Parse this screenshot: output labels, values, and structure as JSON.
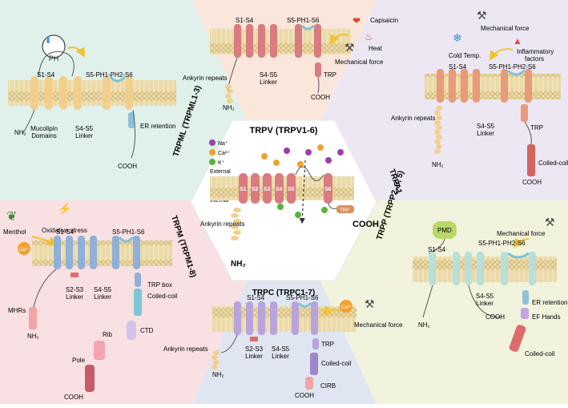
{
  "colors": {
    "teal_bg": "#dff1ea",
    "peach_bg": "#fbe6dc",
    "lilac_bg": "#ece7f3",
    "pink_bg": "#f9e0e2",
    "blue_bg": "#dfe6f2",
    "yellow_bg": "#f2f3dd",
    "membrane": "#ecd9a6",
    "membrane_line": "#c9b27a",
    "trpml": "#f3cf8e",
    "trpv": "#d97b80",
    "trpa": "#e89a7a",
    "trpm": "#8fb0d9",
    "trpc": "#b9a3dc",
    "trpp": "#b8e0d8"
  },
  "panels": {
    "trpml": {
      "name": "TRPML (TRPML1-3)",
      "ph": "PH",
      "s1s4": "S1-S4",
      "s5": "S5-PH1-PH2-S6",
      "nh2": "NH₂",
      "mucolipin1": "Mucolipin",
      "mucolipin2": "Domains",
      "linker1": "S4-S5",
      "linker2": "Linker",
      "er": "ER retention",
      "cooh": "COOH"
    },
    "trpv_top": {
      "s1s4": "S1-S4",
      "s5": "S5-PH1-S6",
      "capsaicin": "Capsaicin",
      "heat": "Heat",
      "mech": "Mechanical force",
      "ankyrin": "Ankyrin repeats",
      "linker1": "S4-S5",
      "linker2": "Linker",
      "trp": "TRP",
      "nh2": "NH₂",
      "cooh": "COOH"
    },
    "trpa1": {
      "name": "TRPA1",
      "mech": "Mechanical force",
      "cold": "Cold Temp.",
      "inflam1": "Inflammatory",
      "inflam2": "factors",
      "s1s4": "S1-S4",
      "s5": "S5-PH1-PH2-S6",
      "ankyrin": "Ankyrin repeats",
      "linker1": "S4-S5",
      "linker2": "Linker",
      "trp": "TRP",
      "coiled": "Coiled-coil",
      "nh2": "NH₂",
      "cooh": "COOH"
    },
    "center": {
      "title": "TRPV (TRPV1-6)",
      "na": "Na⁺",
      "ca": "Ca²⁺",
      "k": "K⁺",
      "external": "External",
      "internal": "Internal",
      "segments": [
        "S1",
        "S2",
        "S3",
        "S4",
        "S5",
        "S6"
      ],
      "ankyrin": "Ankyrin repeats",
      "trp": "TRP",
      "nh2": "NH₂",
      "cooh": "COOH"
    },
    "trpm": {
      "name": "TRPM (TRPM1-8)",
      "menthol": "Menthol",
      "oxidative": "Oxidative stress",
      "ca": "Ca²⁺",
      "s1s4": "S1-S4",
      "s5": "S5-PH1-S6",
      "mhrs": "MHRs",
      "nh2": "NH₂",
      "s2s3a": "S2-S3",
      "s2s3b": "Linker",
      "linker1": "S4-S5",
      "linker2": "Linker",
      "trpbox": "TRP box",
      "coiled": "Coiled-coil",
      "ctd": "CTD",
      "rib": "Rib",
      "pole": "Pole",
      "cooh": "COOH"
    },
    "trpc": {
      "name": "TRPC (TRPC1-7)",
      "s1s4": "S1-S4",
      "s5": "S5-PH1-S6",
      "ca": "Ca²⁺",
      "mech": "Mechanical force",
      "ankyrin": "Ankyrin repeats",
      "s2s3a": "S2-S3",
      "s2s3b": "Linker",
      "linker1": "S4-S5",
      "linker2": "Linker",
      "trp": "TRP",
      "coiled": "Coiled-coil",
      "cirb": "CIRB",
      "nh2": "NH₂",
      "cooh": "COOH"
    },
    "trpp": {
      "name": "TRPP (TRPP2, 3, 5)",
      "mech": "Mechanical force",
      "pmd": "PMD",
      "s1s4": "S1-S4",
      "s5": "S5-PH1-PH2-S6",
      "linker1": "S4-S5",
      "linker2": "Linker",
      "er": "ER retention",
      "ef": "EF Hands",
      "coiled": "Coiled-coil",
      "nh2": "NH₂",
      "cooh": "COOH"
    }
  }
}
